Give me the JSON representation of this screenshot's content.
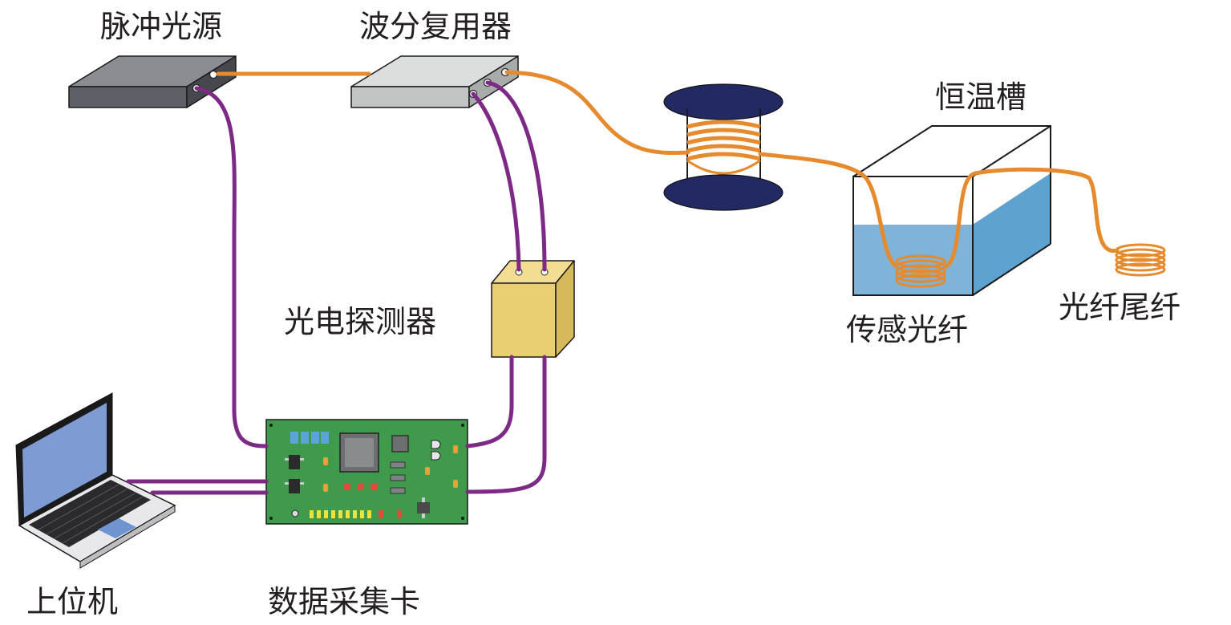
{
  "labels": {
    "pulse_source": "脉冲光源",
    "wdm": "波分复用器",
    "thermostat_bath": "恒温槽",
    "photodetector": "光电探测器",
    "sensing_fiber": "传感光纤",
    "tail_fiber": "光纤尾纤",
    "host_computer": "上位机",
    "daq_card": "数据采集卡"
  },
  "colors": {
    "optical_fiber": "#e68a2e",
    "electrical_cable": "#7d2a86",
    "pulse_source_body": "#5d6167",
    "wdm_body": "#c2c4c4",
    "photodetector_body": "#e9cf72",
    "water": "#7fb3d8",
    "pcb": "#3f9a4c",
    "spool_flange": "#232a63",
    "laptop_screen": "#7e9bd4"
  },
  "icons": [
    "pulse-source-box",
    "wdm-box",
    "fiber-spool",
    "thermostat-bath",
    "photodetector-box",
    "laptop",
    "daq-board",
    "fiber-coil"
  ]
}
